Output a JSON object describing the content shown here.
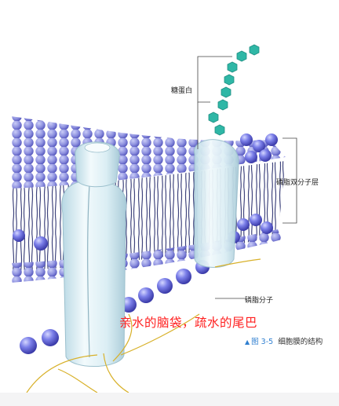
{
  "labels": {
    "glycoprotein": "糖蛋白",
    "phospholipid_bilayer": "磷脂双分子层",
    "phospholipid_molecule": "磷脂分子"
  },
  "overlay_text": "亲水的脑袋，疏水的尾巴",
  "caption": {
    "marker": "▲",
    "figure_number": "图 3-5",
    "title": "细胞膜的结构"
  },
  "colors": {
    "phospholipid_head": "#5b5fd6",
    "protein": "#d8ecf0",
    "glycan": "#2fb7a6",
    "overlay_text": "#ff1e1e",
    "caption_accent": "#2f7fd0"
  }
}
